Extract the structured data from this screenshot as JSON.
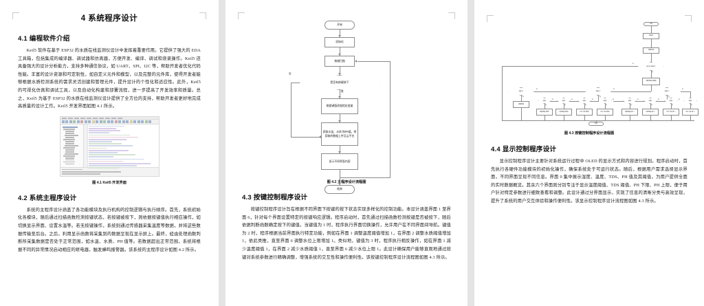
{
  "document": {
    "title": "4  系统程序设计"
  },
  "page1": {
    "sections": [
      {
        "heading": "4.1  编程软件介绍",
        "paragraphs": [
          "Keil5 软件在基于 ESP32 的水质在线监测仪设计中发挥着重要作用。它提供了强大的 EDA 工具箱，包括集成的编译器、调试器和仿真器，方便开发、编译、调试和烧录操作。Keil5 还具备强大的设计分析能力，支持多种通信协议，如 UART、SPI、I2C 等，帮助开发者优化代码性能。丰富的设计资源和可定制性，如自定义元件和模型，以及完整的元件库，使得开发者能够根据水质检测系统的需求灵活创建和管理元件，提升设计的个性化和适应性。此外，Keil5 的可视化仿真和调试工具，以及自动化构建和部署流程，进一步提高了开发效率和质量。总之，Keil5 为基于 ESP32 的水质在线监测仪设计提供了全方位的支持，帮助开发者更好地完成高质量的设计工作。Keil5 开发界面如图 4.1 所示。"
        ]
      },
      {
        "heading": "4.2  系统主程序设计",
        "paragraphs": [
          "系统的主程序设计涵盖了各功能模块及执行机构的控制逻辑与执行顺序。首先，系统初始化各模块，随后通过扫描函数检测按键状态，若按键被按下，则依据按键值执行相应操作，如切换显示界面、设置水温等。若无按键操作，系统则通过传感器采集温度等数据，并将这些数据传输至后台。之后，利用显示函数将采集到的数据呈现在显示屏上。最终，经由处理函数判断所采集数据是否处于正常范围，如水温、水质、PH 值等。若数据超出正常范围，系统将根据不同的异常情况启动相应的继电器，触发蜂鸣报警器。该系统的主程序设计如图 4.2 所示。"
        ]
      }
    ],
    "figure": {
      "caption": "图 4.1  Keil5 开发界面",
      "icon": "ide-screenshot"
    }
  },
  "page2": {
    "figure": {
      "caption": "图 4.2  主程序设计流程图",
      "nodes": {
        "start": "开始",
        "init": "初始化",
        "scan": "按键扫描",
        "decision": "是否有按键按下",
        "yes": "是",
        "no": "否",
        "change_var": "根据键值改变相应变量",
        "acquire": "获取水温、水质 和PH值，将获取的数据上传至云平台",
        "display": "显示不同界面内容",
        "end": "结束"
      }
    },
    "section": {
      "heading": "4.3  按键控制程序设计",
      "paragraphs": [
        "按键控制程序设计旨在根据不同界面下按键的按下状态实现多样化的控制功能。本设计涵盖界面 1 至界面 6，针对每个界面设置特定的按键响应逻辑。程序启动时，首先通过扫描函数检测按键是否被按下，随后依据判断函数确定按下的键值。当键值为 1 时，程序执行界面切换操作，允许用户在不同界面间导航。键值为 2 时，程序根据当前界面执行特定功能，例如在界面 1 调整温度阈值增加 1，在界面 2 调整水质阈值增加 1，依此类推，直至界面 6 调整水位上限增加 1。类似地，键值为 3 时，程序执行相反操作，如在界面 1 减少温度阈值 1，在界面 2 减少水质阈值 1，直至界面 6 减少水位上限 1。此设计确保用户能够直观地通过按键对系统参数进行精确调整，增强系统的交互性和操作便利性。该按键控制程序设计流程图如图 4.3 所示。"
      ]
    }
  },
  "page3": {
    "figure": {
      "caption": "图 4.3  按键控制程序设计流程图",
      "nodes": {
        "start": "开始",
        "init": "初始化",
        "scan": "按键扫描",
        "decision_pressed": "是否有 按键按下",
        "judge_value": "判断按键 的键值",
        "yes": "是",
        "no": "否",
        "key1": "键值为1",
        "key2": "键值为2",
        "key3": "键值为3",
        "switch": "切换界面",
        "end": "结束",
        "branch_labels": [
          "界面1",
          "界面2",
          "界面3",
          "界面6",
          "界面1",
          "界面2",
          "界面3",
          "界面6"
        ],
        "action_labels": [
          "温度阈值 增加1",
          "水质阈值 增加1",
          "水位下限 增加1",
          "水位上限 增加1",
          "温度阈值 减少1",
          "水质阈值 减少1",
          "水位下限 减少1",
          "水位上限 减少1"
        ]
      }
    },
    "section": {
      "heading": "4.4  显示控制程序设计",
      "paragraphs": [
        "显示控制程序设计主要针对系统运行过程中 OLED 的显示方式和内容进行规划。程序启动时，首先执行各硬件功能模块的初始化操作，确保系统处于可运行状态。随后，根据用户需求选择显示界面，不同界面呈现不同信息。界面 0 集中展示湿度、温度、TDS、PH 值及其阈值，为用户提供全面的实时数据概览。其余六个界面则分别专注于显示温度阈值、TDS 阈值、PH 下限、PH 上限，便于用户针对特定参数进行细致查看和调整。此设计通过分界面显示，实现了信息的清晰分类与高效呈现，提升了系统的用户交互体验和操作便利性。该显示控制程序设计流程图如图 4.3 所示。"
      ]
    }
  }
}
